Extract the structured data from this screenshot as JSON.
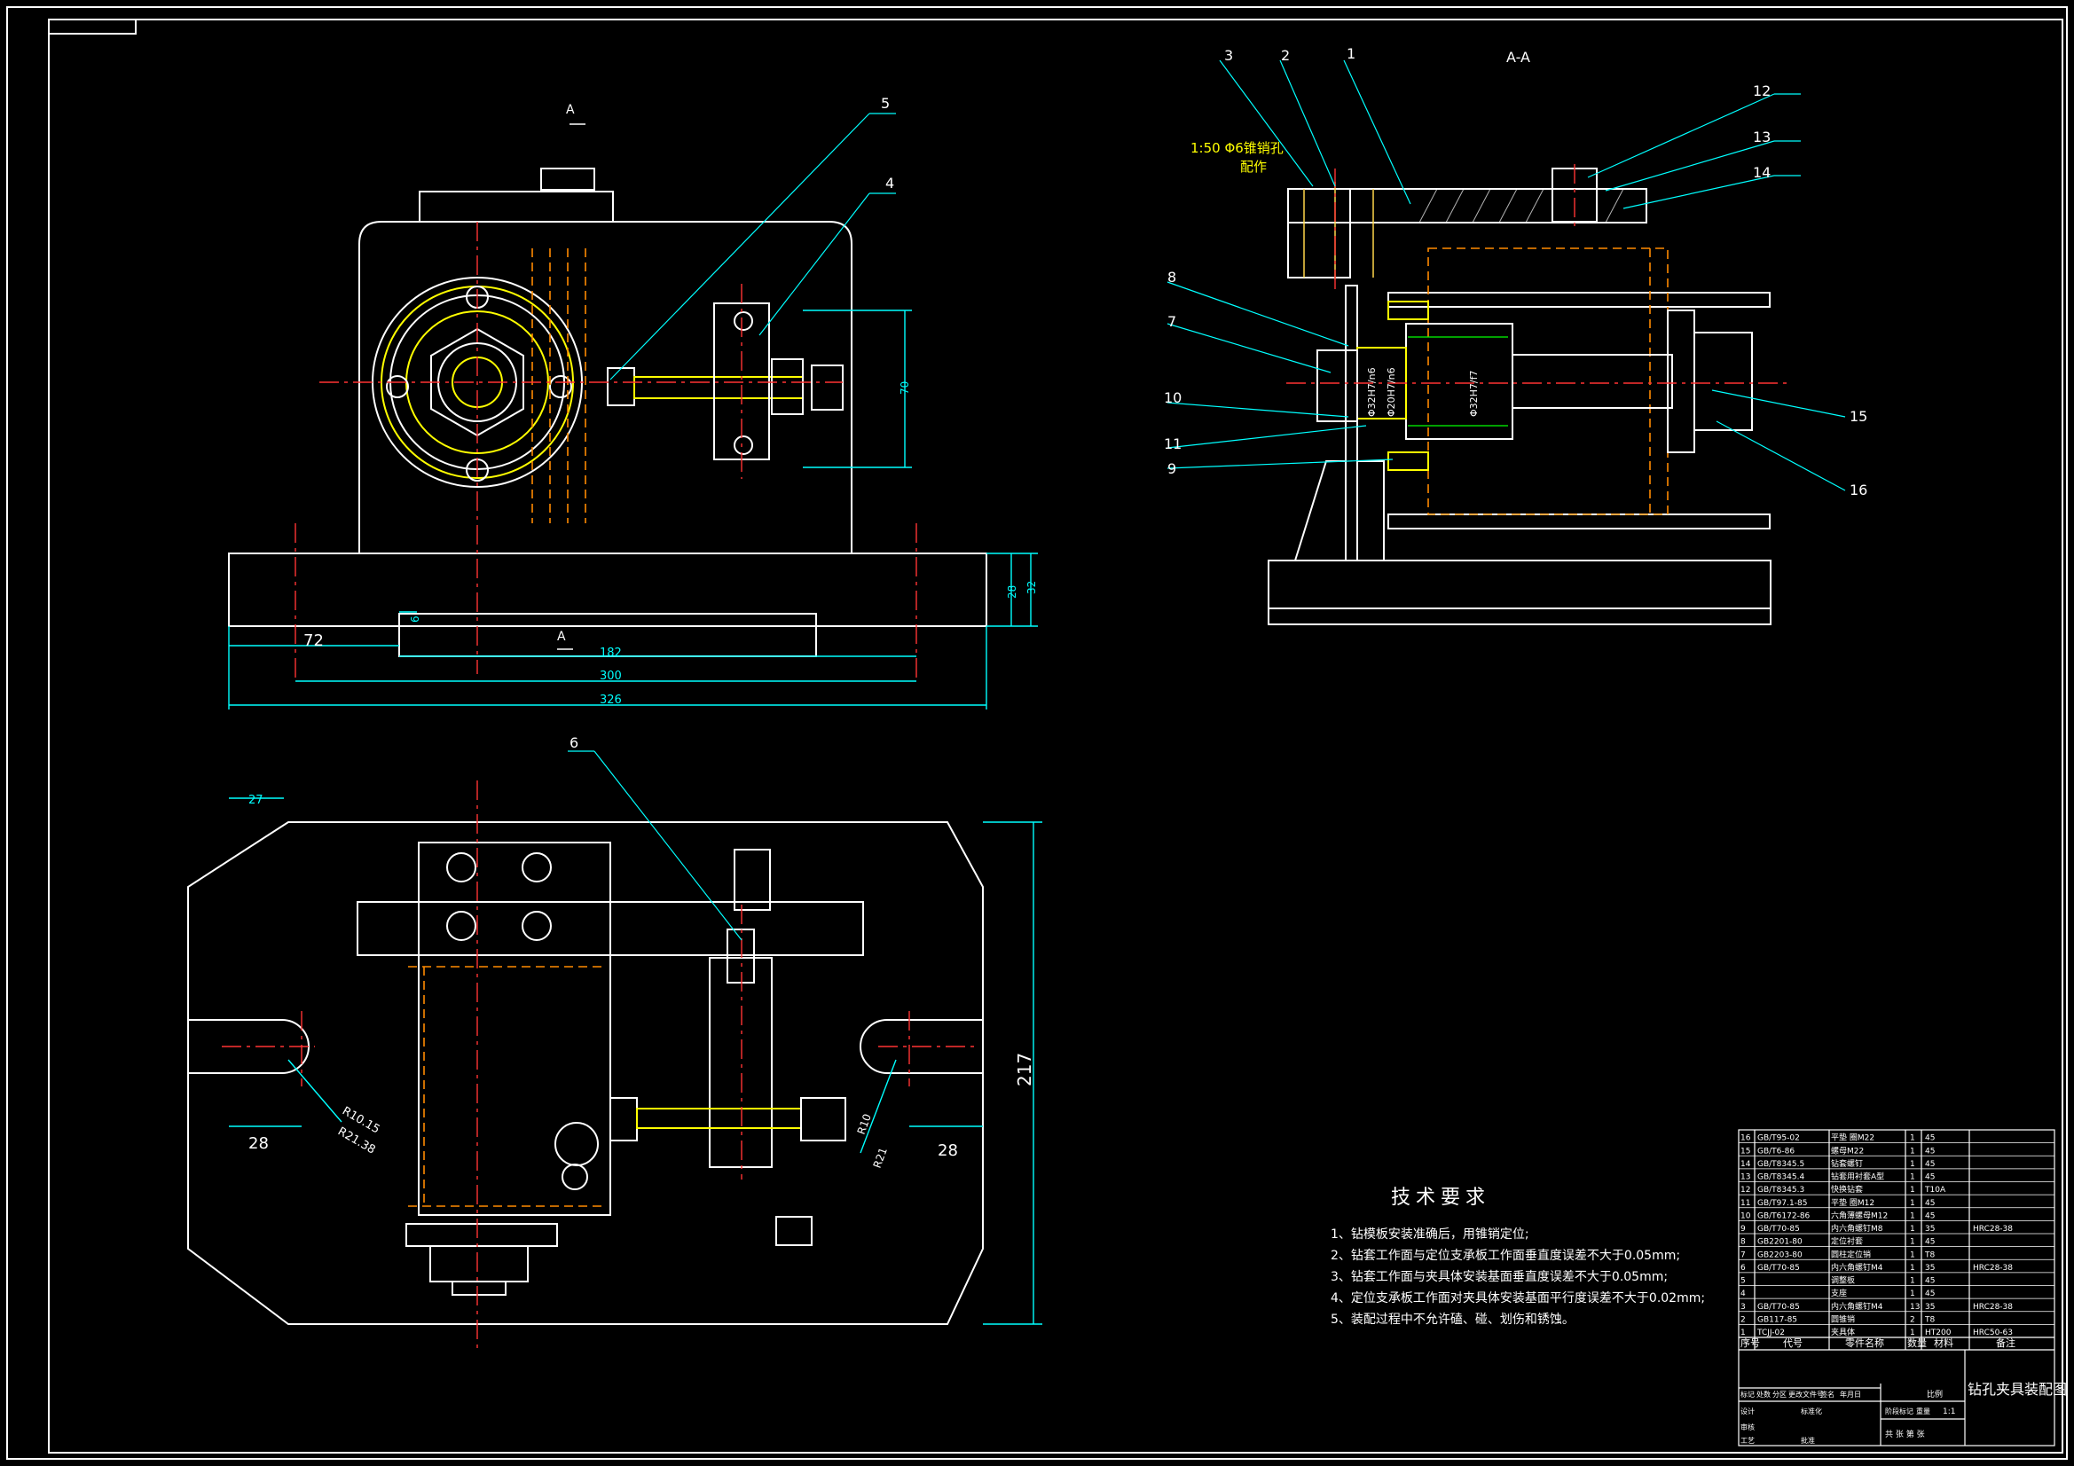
{
  "views": {
    "section_title": "A-A",
    "section_marker": "A"
  },
  "front_dims": {
    "d72": "72",
    "d182": "182",
    "d300": "300",
    "d326": "326",
    "d28": "28",
    "d32": "32",
    "d6": "6",
    "d70": "70"
  },
  "plan_dims": {
    "d27": "27",
    "d217": "217",
    "d28_left": "28",
    "d28_right": "28",
    "r10_left": "R10.15",
    "r21_left": "R21.38",
    "r10_right": "R10",
    "r21_right": "R21"
  },
  "section_notes": {
    "taper_line1": "1:50 Φ6锥销孔",
    "taper_line2": "配作",
    "fit1": "Φ32H7/n6",
    "fit2": "Φ20H7/n6",
    "fit3": "Φ32H7/f7"
  },
  "balloons": {
    "front": [
      "5",
      "4"
    ],
    "plan": [
      "6"
    ],
    "section": [
      "3",
      "2",
      "1",
      "12",
      "13",
      "14",
      "8",
      "7",
      "10",
      "11",
      "9",
      "15",
      "16"
    ]
  },
  "tech_requirements": {
    "title": "技术要求",
    "items": [
      "1、钻模板安装准确后，用锥销定位;",
      "2、钻套工作面与定位支承板工作面垂直度误差不大于0.05mm;",
      "3、钻套工作面与夹具体安装基面垂直度误差不大于0.05mm;",
      "4、定位支承板工作面对夹具体安装基面平行度误差不大于0.02mm;",
      "5、装配过程中不允许磕、碰、划伤和锈蚀。"
    ]
  },
  "bom": {
    "rows": [
      {
        "no": "16",
        "code": "GB/T95-02",
        "name": "平垫 圈M22",
        "qty": "1",
        "mat": "45",
        "note": ""
      },
      {
        "no": "15",
        "code": "GB/T6-86",
        "name": "螺母M22",
        "qty": "1",
        "mat": "45",
        "note": ""
      },
      {
        "no": "14",
        "code": "GB/T8345.5",
        "name": "钻套螺钉",
        "qty": "1",
        "mat": "45",
        "note": ""
      },
      {
        "no": "13",
        "code": "GB/T8345.4",
        "name": "钻套用衬套A型",
        "qty": "1",
        "mat": "45",
        "note": ""
      },
      {
        "no": "12",
        "code": "GB/T8345.3",
        "name": "快换钻套",
        "qty": "1",
        "mat": "T10A",
        "note": ""
      },
      {
        "no": "11",
        "code": "GB/T97.1-85",
        "name": "平垫 圈M12",
        "qty": "1",
        "mat": "45",
        "note": ""
      },
      {
        "no": "10",
        "code": "GB/T6172-86",
        "name": "六角薄螺母M12",
        "qty": "1",
        "mat": "45",
        "note": ""
      },
      {
        "no": "9",
        "code": "GB/T70-85",
        "name": "内六角螺钉M8",
        "qty": "1",
        "mat": "35",
        "note": "HRC28-38"
      },
      {
        "no": "8",
        "code": "GB2201-80",
        "name": "定位衬套",
        "qty": "1",
        "mat": "45",
        "note": ""
      },
      {
        "no": "7",
        "code": "GB2203-80",
        "name": "圆柱定位销",
        "qty": "1",
        "mat": "T8",
        "note": ""
      },
      {
        "no": "6",
        "code": "GB/T70-85",
        "name": "内六角螺钉M4",
        "qty": "1",
        "mat": "35",
        "note": "HRC28-38"
      },
      {
        "no": "5",
        "code": "",
        "name": "调整板",
        "qty": "1",
        "mat": "45",
        "note": ""
      },
      {
        "no": "4",
        "code": "",
        "name": "支座",
        "qty": "1",
        "mat": "45",
        "note": ""
      },
      {
        "no": "3",
        "code": "GB/T70-85",
        "name": "内六角螺钉M4",
        "qty": "13",
        "mat": "35",
        "note": "HRC28-38"
      },
      {
        "no": "2",
        "code": "GB117-85",
        "name": "圆锥销",
        "qty": "2",
        "mat": "T8",
        "note": ""
      },
      {
        "no": "1",
        "code": "TCJJ-02",
        "name": "夹具体",
        "qty": "1",
        "mat": "HT200",
        "note": "HRC50-63"
      }
    ],
    "header": {
      "no": "序号",
      "code": "代号",
      "name": "零件名称",
      "qty": "数量",
      "mat": "材料",
      "note": "备注"
    }
  },
  "title_block": {
    "drawing_name": "钻孔夹具装配图",
    "scale_label": "比例",
    "scale": "1:1",
    "sheet": "共 张 第 张",
    "labels": [
      "标记",
      "处数",
      "分区",
      "更改文件号",
      "签名",
      "年月日",
      "设计",
      "标准化",
      "阶段标记",
      "重量",
      "审核",
      "工艺",
      "批准"
    ]
  }
}
